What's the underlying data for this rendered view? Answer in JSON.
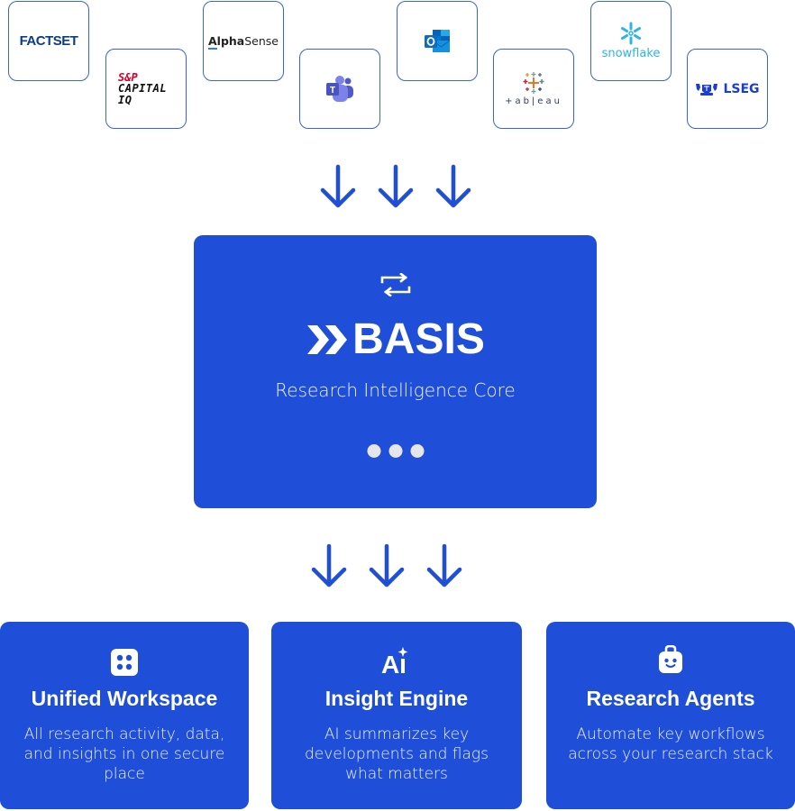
{
  "integrations": [
    {
      "name": "FactSet",
      "text": "FACTSET"
    },
    {
      "name": "S&P Capital IQ",
      "line1": "S&P",
      "line2": "CAPITAL IQ"
    },
    {
      "name": "AlphaSense",
      "bold_a": "A",
      "bold_rest": "lpha",
      "rest": "Sense"
    },
    {
      "name": "Microsoft Teams",
      "icon": "teams-icon"
    },
    {
      "name": "Microsoft Outlook",
      "icon": "outlook-icon"
    },
    {
      "name": "Tableau",
      "text": "+ab|eau"
    },
    {
      "name": "Snowflake",
      "text": "snowflake"
    },
    {
      "name": "LSEG",
      "text": "LSEG"
    }
  ],
  "core": {
    "icon": "swap-arrows-icon",
    "brand": "BASIS",
    "subtitle": "Research Intelligence Core",
    "status": "loading-dots"
  },
  "features": [
    {
      "icon": "grid-dots-icon",
      "title": "Unified Workspace",
      "description": "All research activity, data, and insights in one secure place"
    },
    {
      "icon": "ai-sparkle-icon",
      "title": "Insight Engine",
      "description": "AI summarizes key developments and flags what matters"
    },
    {
      "icon": "robot-agent-icon",
      "title": "Research Agents",
      "description": "Automate key workflows across your research stack"
    }
  ],
  "colors": {
    "brand_blue": "#1f4fd8",
    "card_border": "#3a63d8",
    "arrow": "#1f4fd8"
  }
}
